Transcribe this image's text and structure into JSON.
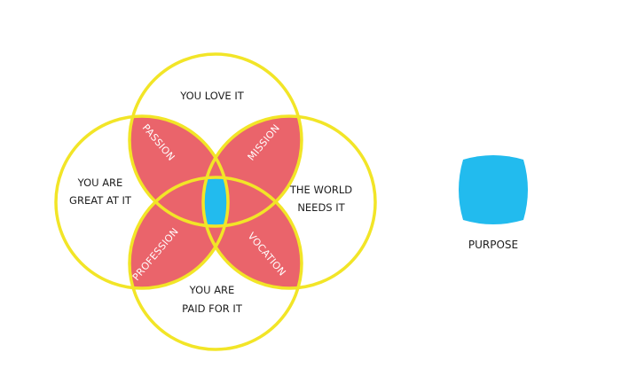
{
  "colors": {
    "background": "#ffffff",
    "circle_stroke": "#f2e527",
    "petal_fill": "#ea646b",
    "center_fill": "#22bbee",
    "label_text": "#1e1e1e",
    "petal_text": "#ffffff"
  },
  "circles": {
    "top": {
      "lines": [
        "YOU LOVE IT"
      ]
    },
    "left": {
      "lines": [
        "YOU ARE",
        "GREAT AT IT"
      ]
    },
    "right": {
      "lines": [
        "THE WORLD",
        "NEEDS IT"
      ]
    },
    "bottom": {
      "lines": [
        "YOU ARE",
        "PAID FOR IT"
      ]
    }
  },
  "petals": {
    "passion": "PASSION",
    "mission": "MISSION",
    "profession": "PROFESSION",
    "vocation": "VOCATION"
  },
  "legend": {
    "label": "PURPOSE"
  }
}
